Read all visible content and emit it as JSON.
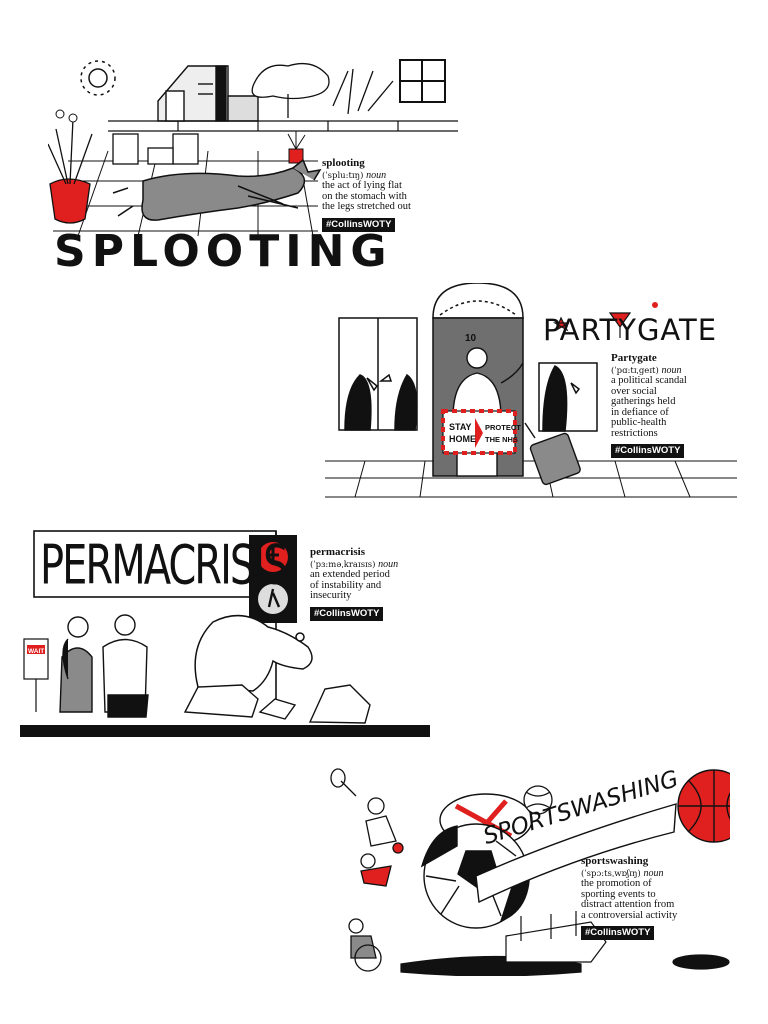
{
  "panels": [
    {
      "id": "splooting",
      "title": "SPLOOTING",
      "word": "splooting",
      "pronunciation": "(ˈsplu:tɪŋ)",
      "pos": "noun",
      "definition_lines": [
        "the act of lying flat",
        "on the stomach with",
        "the legs stretched out"
      ],
      "hashtag": "#CollinsWOTY"
    },
    {
      "id": "partygate",
      "title": "PARTYGATE",
      "word": "Partygate",
      "pronunciation": "(ˈpɑ:tɪˌgeɪt)",
      "pos": "noun",
      "definition_lines": [
        "a political scandal",
        "over social",
        "gatherings held",
        "in defiance of",
        "public-health",
        "restrictions"
      ],
      "hashtag": "#CollinsWOTY",
      "door_number": "10",
      "sign_left": [
        "STAY",
        "HOME"
      ],
      "sign_right": [
        "PROTECT",
        "THE NHS"
      ]
    },
    {
      "id": "permacrisis",
      "title": "PERMACRISIS",
      "word": "permacrisis",
      "pronunciation": "(ˈpɜ:məˌkraɪsɪs)",
      "pos": "noun",
      "definition_lines": [
        "an extended period",
        "of instability and",
        "insecurity"
      ],
      "hashtag": "#CollinsWOTY",
      "wait_sign": "WAIT"
    },
    {
      "id": "sportswashing",
      "title": "SPORTSWASHING",
      "word": "sportswashing",
      "pronunciation": "(ˈspɔ:tsˌwɒʃɪŋ)",
      "pos": "noun",
      "definition_lines": [
        "the promotion of",
        "sporting events to",
        "distract attention from",
        "a controversial activity"
      ],
      "hashtag": "#CollinsWOTY"
    }
  ],
  "colors": {
    "accent": "#e0201e",
    "ink": "#111111",
    "grey": "#8a8a8a",
    "light": "#d8d8d8"
  }
}
